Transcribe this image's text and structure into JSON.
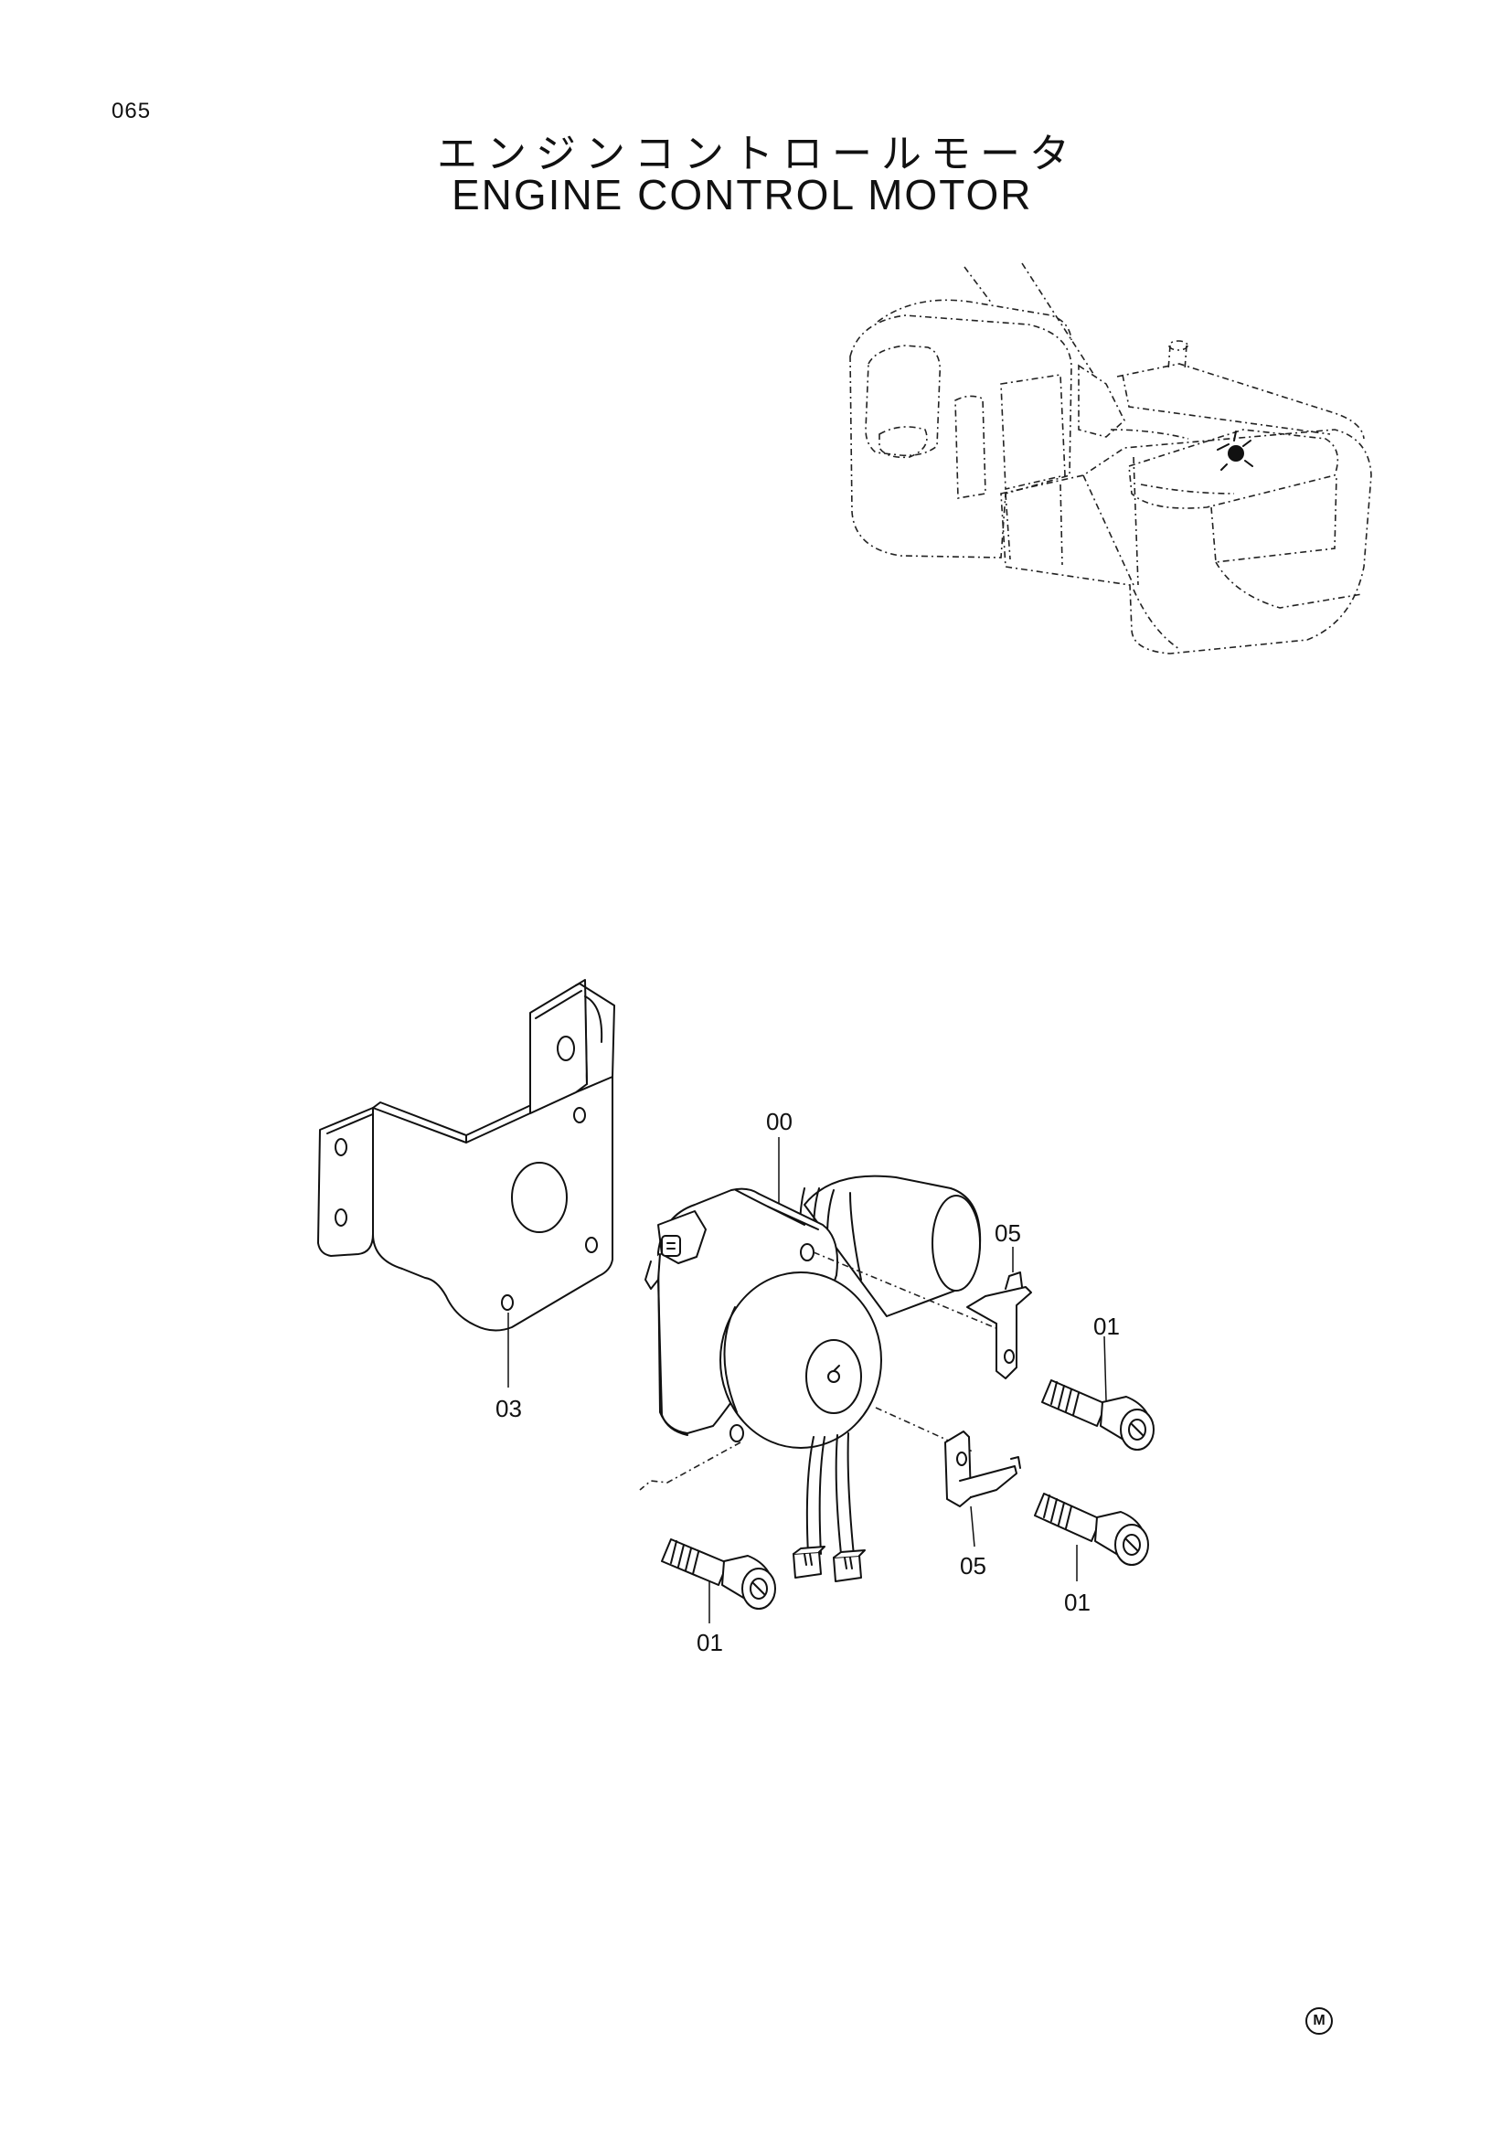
{
  "page": {
    "number": "065"
  },
  "title": {
    "japanese": "エンジンコントロールモータ",
    "english": "ENGINE CONTROL MOTOR"
  },
  "callouts": [
    {
      "id": "00",
      "text": "00"
    },
    {
      "id": "03",
      "text": "03"
    },
    {
      "id": "05a",
      "text": "05"
    },
    {
      "id": "05b",
      "text": "05"
    },
    {
      "id": "01a",
      "text": "01"
    },
    {
      "id": "01b",
      "text": "01"
    },
    {
      "id": "01c",
      "text": "01"
    }
  ],
  "footer": {
    "mark": "M"
  },
  "icons": [
    "excavator-location-icon",
    "engine-control-motor-icon",
    "bracket-icon",
    "bolt-icon",
    "plate-icon",
    "connector-icon"
  ]
}
